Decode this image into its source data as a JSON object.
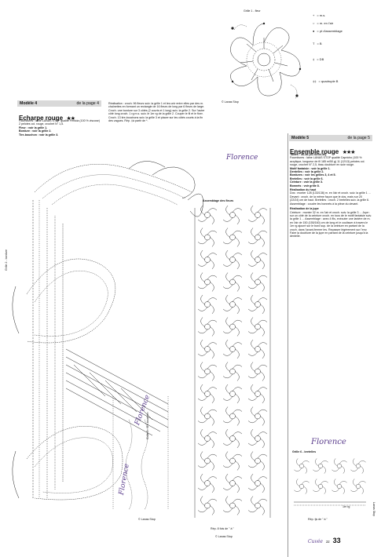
{
  "top_chart": {
    "grid_label": "Grille 1 - fleur",
    "credit": "© Lanas Stop"
  },
  "legend": {
    "items": [
      {
        "symbol": "+",
        "text": "= m.s."
      },
      {
        "symbol": "○",
        "text": "= m. en l'air"
      },
      {
        "symbol": "●",
        "text": "= pt d'assemblage"
      },
      {
        "symbol": "T",
        "text": "= B"
      },
      {
        "symbol": "‡",
        "text": "= DB"
      },
      {
        "symbol": "‡‡",
        "text": "= quadruple B"
      }
    ]
  },
  "model4": {
    "header_left": "Modèle 4",
    "header_right": "de la page 4",
    "title": "Echarpe rouge",
    "stars": "★★",
    "supplies": "Fournitures : laine LANAS STOP qualité Fenicia (100 % viscose) 2 pelotes col. rouge, crochet N° 1,5.",
    "fleur": "Fleur : voir la grille 1.",
    "bordure": "Bordure : voir la grille 2.",
    "tire": "Tire-bouchon : voir la grille 3.",
    "realisation": "Réalisation : croch. 96 fleurs suiv. la grille 1 et les unir entre elles par des m. chaînettes en formant un rectangle de 16 fleurs de long par 6 fleurs de large. Croch. une bordure sur 3 côtés (2 courts et 1 long) suiv. la grille 2. Sur l'autre côté long croch. 1 rg m.s. suiv. le 1er rg de la grille 2. Couper le fil et le fixer. Croch. 13 tire-bouchons suiv. la grille 3 et placer sur les côtés courts à la fin des vagues. Rép. ‡à partir de *.",
    "grid2_label": "Grille 2 - bordure",
    "grid3_label": "Grille 3 - tire-bouchon",
    "credit": "© Lanas Stop",
    "signature": "Florence"
  },
  "model5": {
    "header_left": "Modèle 5",
    "header_right": "de la page 5",
    "title": "Ensemble rouge",
    "stars": "★★★",
    "sizes": "Tailles : 36-38 (40-42/44-46).",
    "supplies": "Fournitures : laine LANAS STOP qualité Capricho (100 % acrylique, longueur de fil 185 m/50 g) 11 (12/13) pelotes col. rouge, crochet N° 2,5, tissu doublure en soie rouge.",
    "motif": "Motif fantaisie : voir la grille 1.",
    "dentelles": "Dentelles : voir la grille 2.",
    "bordures": "Bordures : voir les grilles 3, 4 et 5.",
    "bretelles": "Bretelles : voir la grille 6.",
    "ceinture": "Ceinture : voir la grille 3.",
    "bonnets": "Bonnets : voir grille 8.",
    "haut_title": "Réalisation du haut",
    "haut_text": "Dos : monter 128 (133/138) m. en l'air et croch. suiv. la grille 1 ... Devant : croch. de la même façon que le dos, mais sur 20 (22/24) cm de haut. Bretelles : croch. 2 bretelles suiv. la grille 6. Assemblage : coudre les bonnets à la pièce du devant.",
    "jupe_title": "Réalisation de la jupe",
    "jupe_text": "Ceinture : monter 32 m. en l'air et croch. suiv. la grille 3 ... Jupe : sur un côté de la ceinture croch. en tous de le motif fantaisie suiv. la grille 1 ... Assemblage : avec 4 fils, exécuter une lanière de m. en l'air de 150 (155/160) cm de long et le coulisser à travers le 1er rg ajouré sur le bord sup. de la ceinture en partant de la croch. dans l'avant-fermer les. Repasser légèrement sur l'env. Faire la doublure de la jupe en partant de la ceinture jusqu'à la dentelle.",
    "signature": "Florence",
    "grid6_label": "Grille 6 - bretelles",
    "rep_label": "Rép. tjs de \" à \"",
    "first_row": "1er rg"
  },
  "center_chart": {
    "title": "Assemblage des fleurs",
    "rep_label": "Rép. 8 fois de \" à \"",
    "credit": "© Lanas Stop"
  },
  "footer": {
    "page_number": "33",
    "issue": "22",
    "brand": "Cuvée"
  },
  "side_label": "Lanas Stop"
}
